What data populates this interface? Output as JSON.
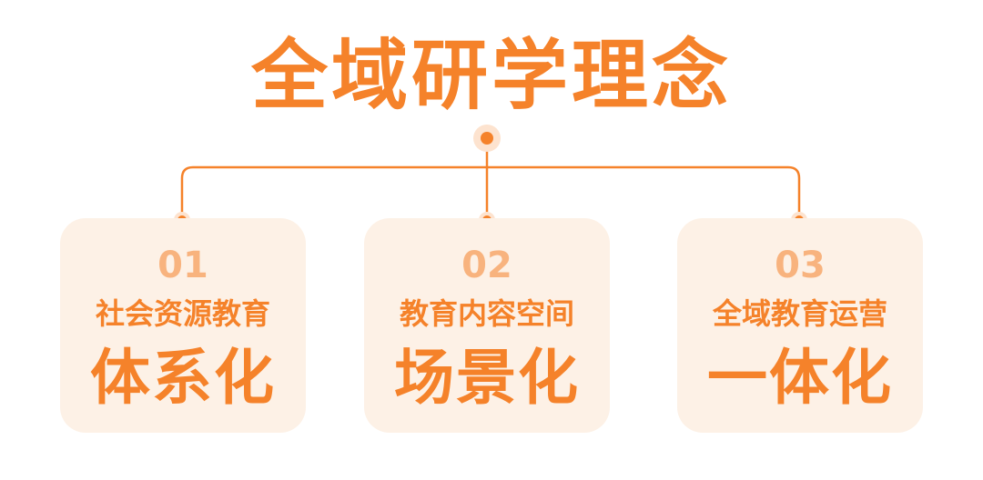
{
  "title": "全域研学理念",
  "colors": {
    "accent": "#f5822a",
    "number": "#f8b37e",
    "card_bg": "#fdf1e6"
  },
  "items": [
    {
      "number": "01",
      "subtitle": "社会资源教育",
      "main": "体系化"
    },
    {
      "number": "02",
      "subtitle": "教育内容空间",
      "main": "场景化"
    },
    {
      "number": "03",
      "subtitle": "全域教育运营",
      "main": "一体化"
    }
  ]
}
